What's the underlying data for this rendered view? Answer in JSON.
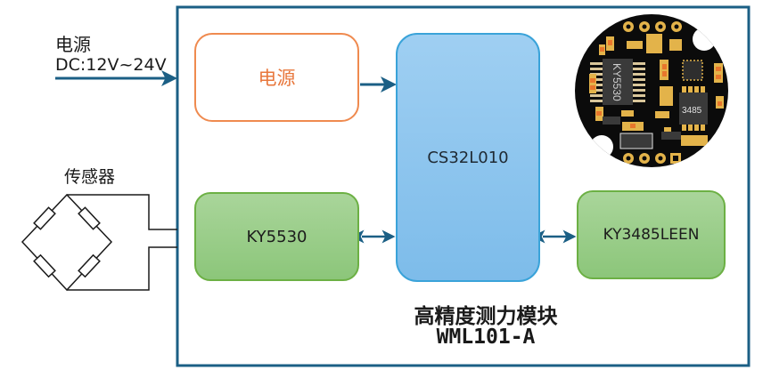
{
  "power_input": {
    "title": "电源",
    "spec": "DC:12V~24V"
  },
  "sensor": {
    "title": "传感器"
  },
  "module": {
    "title": "高精度测力模块",
    "model": "WML101-A",
    "border_color": "#1b5f85",
    "blocks": {
      "power": {
        "label": "电源",
        "color": "#ef8a4f"
      },
      "mcu": {
        "label": "CS32L010",
        "color": "#7dbcea"
      },
      "adc": {
        "label": "KY5530",
        "color": "#8cc67a"
      },
      "transceiver": {
        "label": "KY3485LEEN",
        "color": "#8cc67a"
      }
    },
    "pcb_photo": {
      "chip_labels": [
        "KY5530",
        "3485"
      ]
    }
  }
}
